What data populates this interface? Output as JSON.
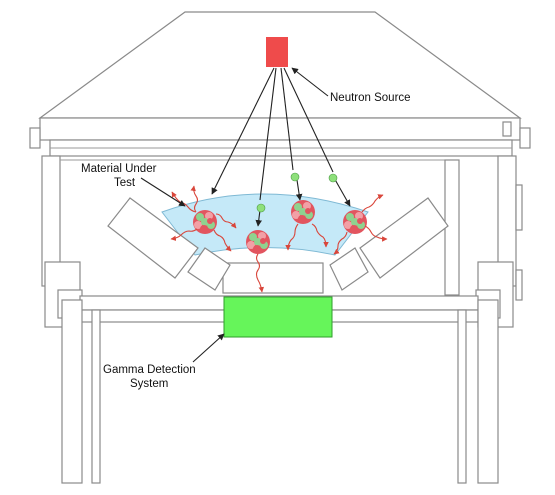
{
  "labels": {
    "neutron_source": "Neutron Source",
    "material_line1": "Material Under",
    "material_line2": "Test",
    "gamma_line1": "Gamma Detection",
    "gamma_line2": "System"
  },
  "colors": {
    "neutron_source": "#ef4b4b",
    "material": "#c5e9f8",
    "gamma_detector": "#66f55a",
    "nucleus_red": "#e2555f",
    "nucleus_green": "#8fd28f",
    "neutron": "#8ee07b",
    "gamma_ray": "#d9463b"
  },
  "icons": {
    "nucleus": "nucleus-icon",
    "neutron": "neutron-icon",
    "gamma": "gamma-ray-icon"
  }
}
